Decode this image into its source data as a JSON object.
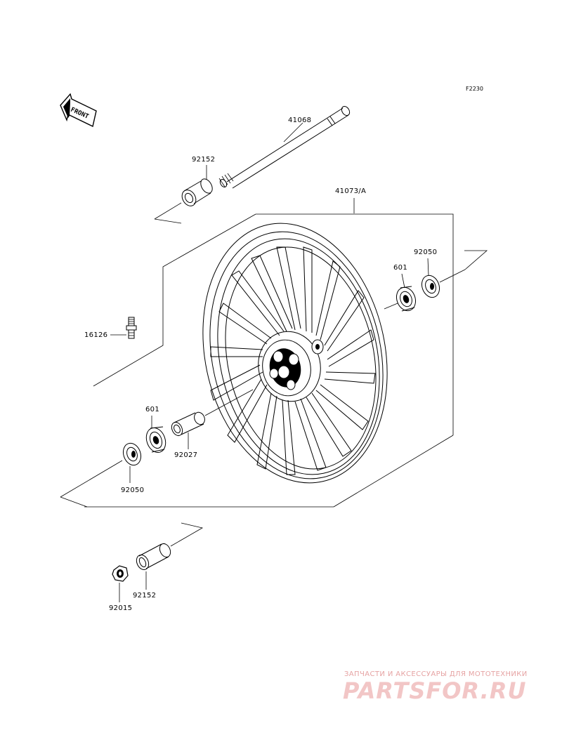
{
  "diagram_code": "F2230",
  "front_arrow_label": "FRONT",
  "parts": {
    "axle": "41068",
    "collar_top": "92152",
    "wheel_assy": "41073/A",
    "oil_seal_right": "92050",
    "bearing_right": "601",
    "valve": "16126",
    "bearing_left": "601",
    "spacer": "92027",
    "oil_seal_left": "92050",
    "collar_bottom": "92152",
    "nut": "92015"
  },
  "watermark": {
    "tagline": "ЗАПЧАСТИ И АКСЕССУАРЫ ДЛЯ МОТОТЕХНИКИ",
    "logo": "PARTSFOR.RU"
  }
}
